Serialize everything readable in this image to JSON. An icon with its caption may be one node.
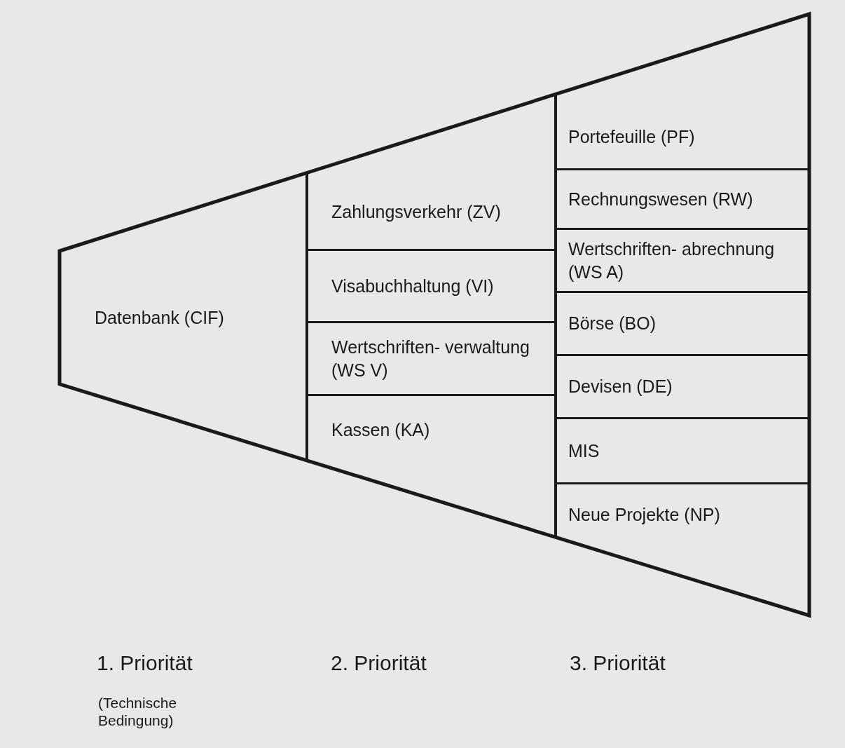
{
  "diagram": {
    "nodes": [
      {
        "text": [
          "Datenbank (CIF)"
        ]
      },
      {
        "text": [
          "Zahlungsverkehr (ZV)"
        ]
      },
      {
        "text": [
          "Visabuchhaltung (VI)"
        ]
      },
      {
        "text": [
          "Wertschriften- verwaltung (WS V)"
        ]
      },
      {
        "text": [
          "Kassen (KA)"
        ]
      },
      {
        "text": [
          "Portefeuille (PF)"
        ]
      },
      {
        "text": [
          "Rechnungswesen (RW)"
        ]
      },
      {
        "text": [
          "Wertschriften- abrechnung (WS A)"
        ]
      },
      {
        "text": [
          "Börse (BO)"
        ]
      },
      {
        "text": [
          "Devisen (DE)"
        ]
      },
      {
        "text": [
          "MIS"
        ]
      },
      {
        "text": [
          "Neue Projekte (NP)"
        ]
      }
    ],
    "labels": [
      "1. Priorität",
      "(Technische Bedingung)",
      "2. Priorität",
      "3. Priorität"
    ]
  }
}
